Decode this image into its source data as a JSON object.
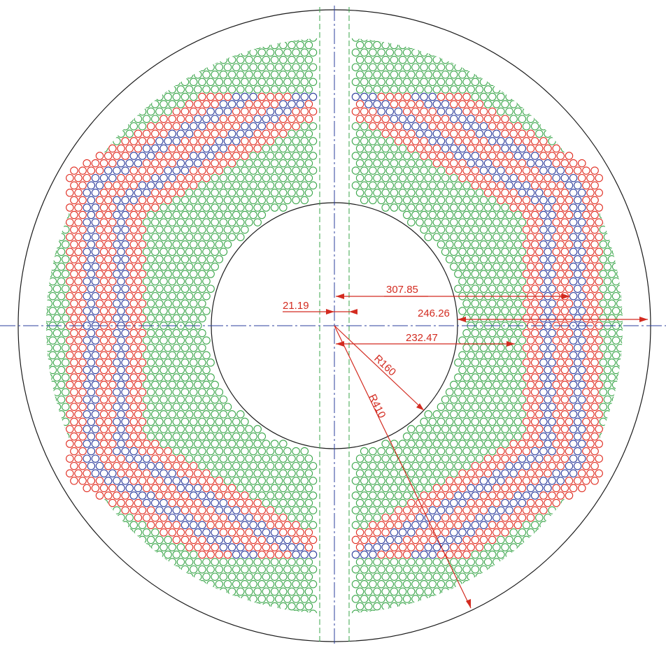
{
  "colors": {
    "outline": "#1a1a1a",
    "centerline": "#2b3f9e",
    "outer_tubes": "#3aa64a",
    "red_tubes": "#e02a1e",
    "blue_tubes": "#2b3a9b",
    "dimension": "#d32b20",
    "slot_edge": "#3aa64a"
  },
  "dimensions": {
    "d_307": "307.85",
    "d_246": "246.26",
    "d_232": "232.47",
    "d_21": "21.19",
    "r_160": "R160",
    "r_410": "R410"
  },
  "tube_bank": {
    "layers": [
      "red",
      "red",
      "blue",
      "blue",
      "red",
      "red",
      "blue",
      "blue",
      "red",
      "red"
    ]
  }
}
